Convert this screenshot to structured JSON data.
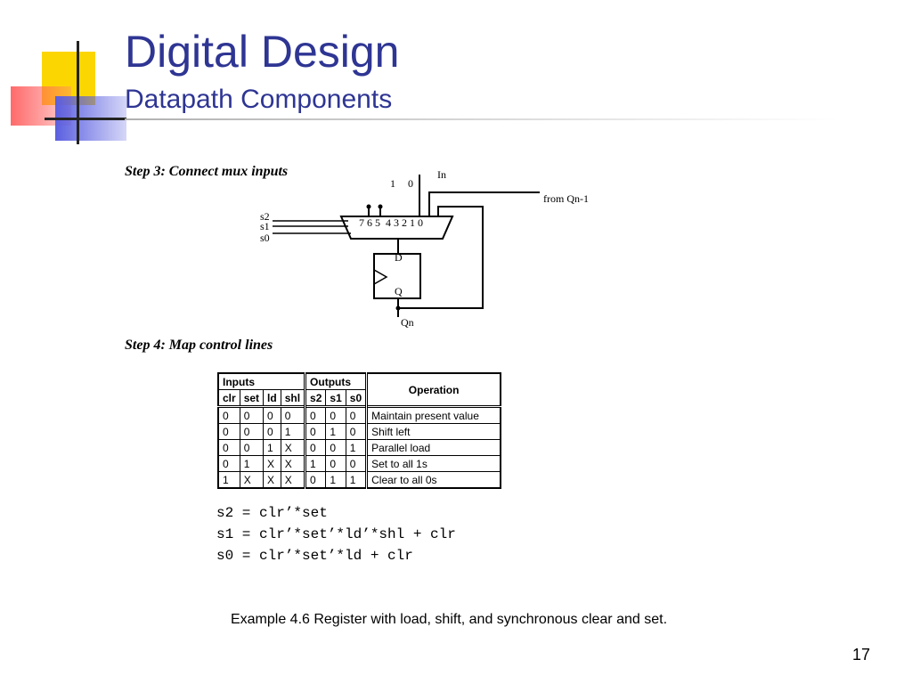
{
  "header": {
    "title": "Digital Design",
    "subtitle": "Datapath Components"
  },
  "step3": {
    "label": "Step 3: Connect mux inputs",
    "diagram": {
      "in_label": "In",
      "bit_labels": [
        "1",
        "0"
      ],
      "from_label": "from Qn-1",
      "select_labels": [
        "s2",
        "s1",
        "s0"
      ],
      "mux_inputs": "7 6 5  4 3 2 1 0",
      "d_label": "D",
      "q_label": "Q",
      "qn_label": "Qn"
    }
  },
  "step4": {
    "label": "Step 4: Map control lines"
  },
  "table": {
    "group_inputs": "Inputs",
    "group_outputs": "Outputs",
    "operation_header": "Operation",
    "input_cols": [
      "clr",
      "set",
      "ld",
      "shl"
    ],
    "output_cols": [
      "s2",
      "s1",
      "s0"
    ],
    "rows": [
      {
        "cells": [
          "0",
          "0",
          "0",
          "0",
          "0",
          "0",
          "0"
        ],
        "op": "Maintain present value"
      },
      {
        "cells": [
          "0",
          "0",
          "0",
          "1",
          "0",
          "1",
          "0"
        ],
        "op": "Shift left"
      },
      {
        "cells": [
          "0",
          "0",
          "1",
          "X",
          "0",
          "0",
          "1"
        ],
        "op": "Parallel load"
      },
      {
        "cells": [
          "0",
          "1",
          "X",
          "X",
          "1",
          "0",
          "0"
        ],
        "op": "Set to all 1s"
      },
      {
        "cells": [
          "1",
          "X",
          "X",
          "X",
          "0",
          "1",
          "1"
        ],
        "op": "Clear to all 0s"
      }
    ]
  },
  "equations": [
    "s2 = clr’*set",
    "s1 = clr’*set’*ld’*shl + clr",
    "s0 = clr’*set’*ld + clr"
  ],
  "caption": "Example 4.6 Register with load, shift, and synchronous clear and set.",
  "page_number": "17",
  "colors": {
    "title": "#2e3593",
    "accent_yellow": "#fcd600",
    "accent_red": "#ff5050",
    "accent_blue": "#5a5fe0"
  }
}
